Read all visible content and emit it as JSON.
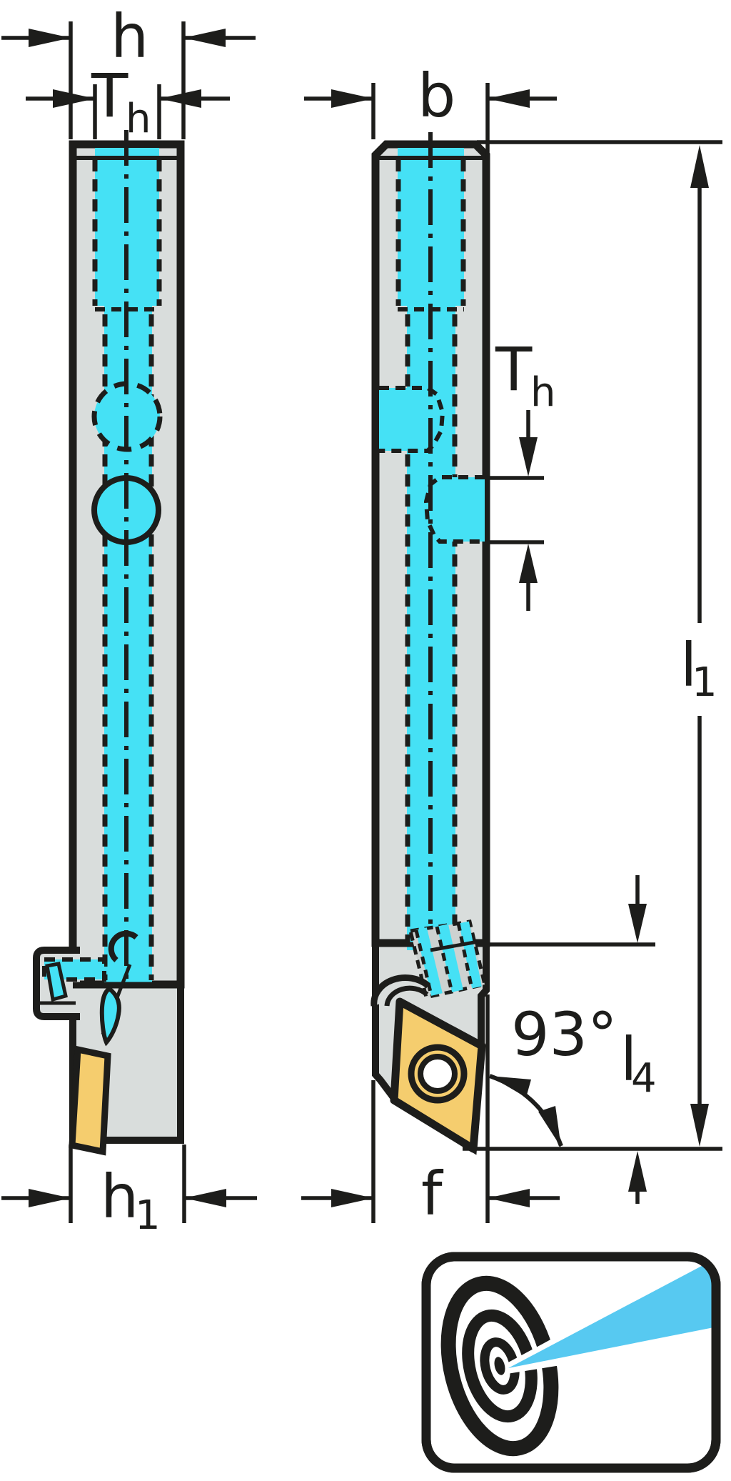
{
  "diagram": {
    "kind": "tool-holder-engineering-drawing",
    "views": [
      {
        "id": "front-view",
        "description": "tool holder front view with internal coolant channel, cross holes and side-mounted insert"
      },
      {
        "id": "side-view",
        "description": "tool holder side view with coolant ports, clamp, 93 degree insert and dimension lines"
      }
    ]
  },
  "labels": {
    "h": {
      "base": "h"
    },
    "th_top": {
      "base": "T",
      "sub": "h"
    },
    "b": {
      "base": "b"
    },
    "th_side": {
      "base": "T",
      "sub": "h"
    },
    "l1": {
      "base": "l",
      "sub": "1"
    },
    "angle": {
      "base": "93°"
    },
    "l4": {
      "base": "l",
      "sub": "4"
    },
    "h1": {
      "base": "h",
      "sub": "1"
    },
    "f": {
      "base": "f"
    }
  },
  "icon": {
    "name": "precision-coolant-target"
  },
  "colors": {
    "outline": "#1d1d1b",
    "body_gray": "#d9dddc",
    "coolant_cyan": "#45e1f5",
    "insert_yellow": "#f5cd6e",
    "beam_blue": "#57c9f1",
    "background": "#ffffff"
  }
}
